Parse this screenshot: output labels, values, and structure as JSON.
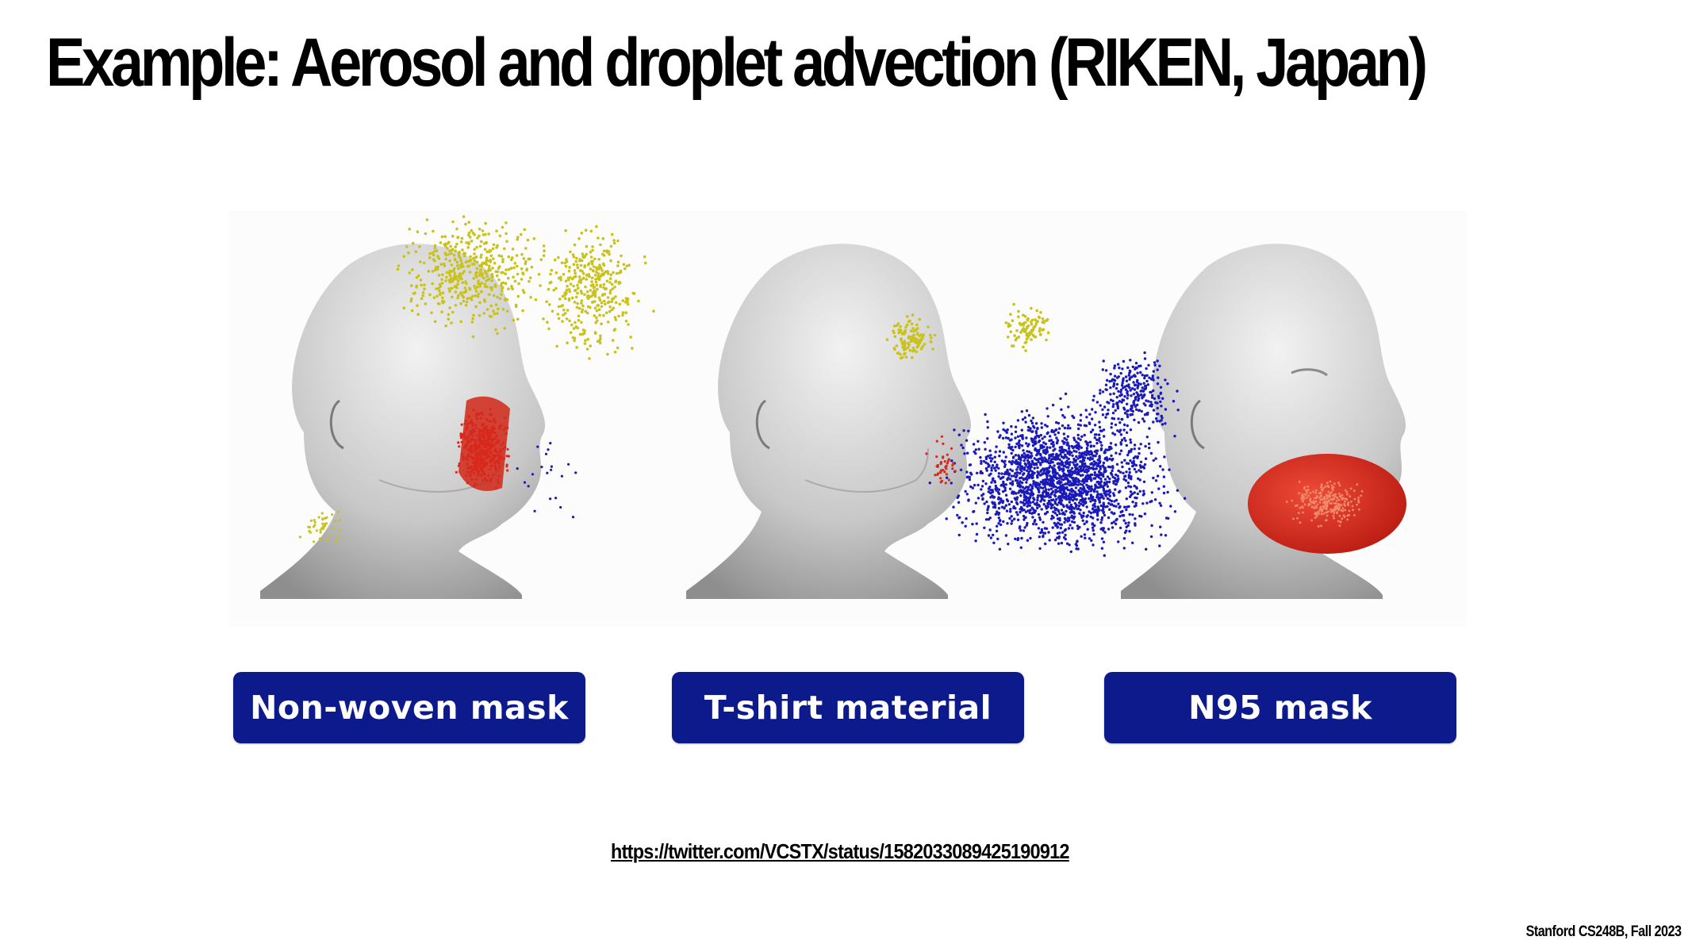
{
  "slide": {
    "title": "Example: Aerosol and droplet advection (RIKEN, Japan)"
  },
  "figure": {
    "panels": [
      {
        "label": "Non-woven mask"
      },
      {
        "label": "T-shirt material"
      },
      {
        "label": "N95 mask"
      }
    ],
    "colors": {
      "label_bg": "#0c1a8c",
      "aerosol_yellow": "#c9c21a",
      "droplet_blue": "#1a1ab8",
      "mask_red": "#d8281c"
    }
  },
  "source": {
    "url": "https://twitter.com/VCSTX/status/1582033089425190912"
  },
  "footer": {
    "credit": "Stanford CS248B, Fall 2023"
  }
}
